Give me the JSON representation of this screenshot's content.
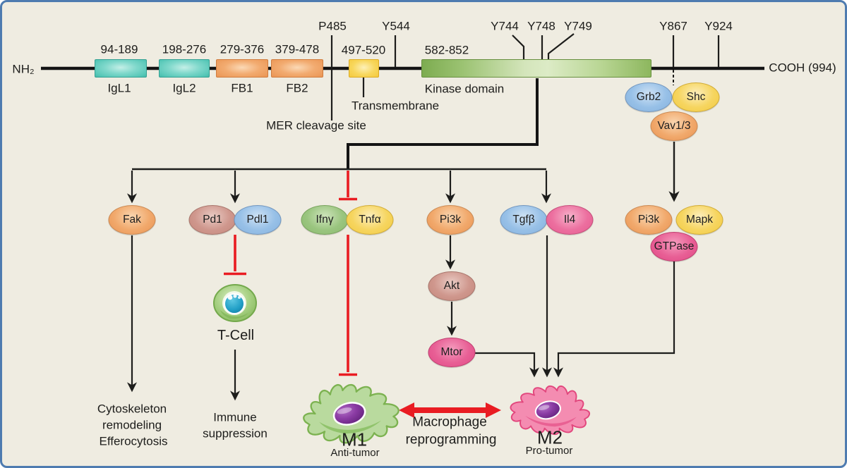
{
  "colors": {
    "background": "#efece1",
    "frame_blue": "#4e7bb0",
    "inhibit_red": "#e91c22",
    "line_black": "#1d1d1b"
  },
  "protein": {
    "nh2_label": "NH₂",
    "cooh_label": "COOH (994)",
    "domains": [
      {
        "range": "94-189",
        "label": "IgL1"
      },
      {
        "range": "198-276",
        "label": "IgL2"
      },
      {
        "range": "279-376",
        "label": "FB1"
      },
      {
        "range": "379-478",
        "label": "FB2"
      },
      {
        "range": "497-520",
        "label": "Transmembrane"
      },
      {
        "range": "582-852",
        "label": "Kinase domain"
      }
    ],
    "cleavage": {
      "site": "P485",
      "note": "MER cleavage site"
    },
    "sites": {
      "y544": "Y544",
      "y744": "Y744",
      "y748": "Y748",
      "y749": "Y749",
      "y867": "Y867",
      "y924": "Y924"
    }
  },
  "adaptors": {
    "grb2": "Grb2",
    "shc": "Shc",
    "vav13": "Vav1/3"
  },
  "signaling": {
    "fak": "Fak",
    "pd1": "Pd1",
    "pdl1": "Pdl1",
    "ifng": "Ifnγ",
    "tnfa": "Tnfα",
    "pi3k": "Pi3k",
    "akt": "Akt",
    "mtor": "Mtor",
    "tgfb": "Tgfβ",
    "il4": "Il4",
    "pi3k_right": "Pi3k",
    "mapk": "Mapk",
    "gtpase": "GTPase"
  },
  "cells": {
    "tcell": "T-Cell",
    "m1": "M1",
    "m1_sub": "Anti-tumor",
    "m2": "M2",
    "m2_sub": "Pro-tumor"
  },
  "outcomes": {
    "cyto1": "Cytoskeleton",
    "cyto2": "remodeling",
    "cyto3": "Efferocytosis",
    "imm1": "Immune",
    "imm2": "suppression",
    "reprog1": "Macrophage",
    "reprog2": "reprogramming"
  }
}
